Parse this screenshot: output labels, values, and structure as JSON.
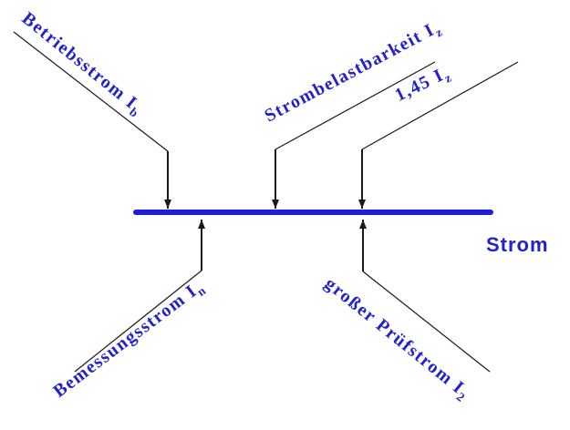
{
  "colors": {
    "label": "#2222cb",
    "axis": "#1e1ed2",
    "leader": "#1a1a1a",
    "background": "#ffffff"
  },
  "axis": {
    "label": "Strom"
  },
  "labels": {
    "betriebsstrom": {
      "text": "Betriebsstrom I",
      "sub": "b"
    },
    "strombelastbarkeit": {
      "text": "Strombelastbarkeit I",
      "sub": "z"
    },
    "faktor": {
      "text": "1,45 I",
      "sub": "z"
    },
    "bemessungsstrom": {
      "text": "Bemessungsstrom I",
      "sub": "n"
    },
    "pruefstrom": {
      "text": "großer Prüfstrom I",
      "sub": "2"
    }
  }
}
